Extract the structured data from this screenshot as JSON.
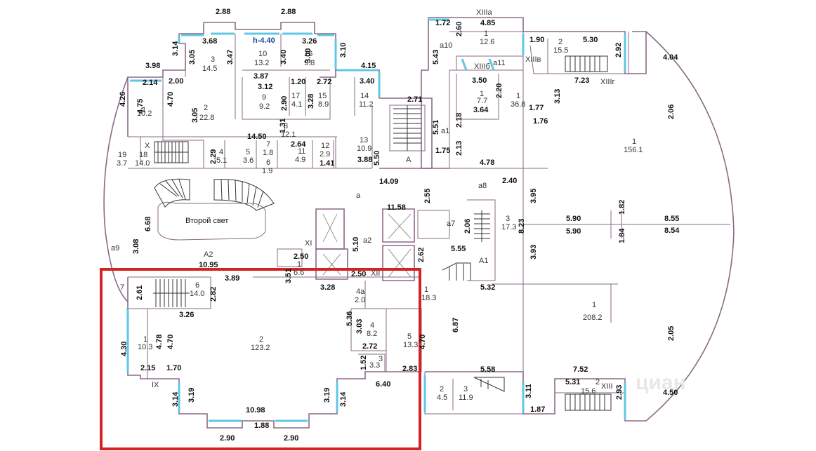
{
  "floor_plan": {
    "height_label": "h-4.40",
    "light_well_label": "Второй свет",
    "highlight_color": "#d42323",
    "wall_color": "#8a6a86",
    "window_color": "#5fc7e8",
    "watermark": "циан",
    "sections": [
      "XIIIa",
      "XIIIб",
      "XIIIв",
      "XIIIг",
      "X",
      "XI",
      "XII",
      "XIII",
      "IX",
      "A",
      "A1",
      "A2"
    ],
    "rooms": [
      {
        "n": "3",
        "area": "14.5"
      },
      {
        "n": "10",
        "area": "13.2"
      },
      {
        "n": "16",
        "area": "9.8"
      },
      {
        "n": "1",
        "area": "10.2"
      },
      {
        "n": "2",
        "area": "22.8"
      },
      {
        "n": "9",
        "area": "9.2"
      },
      {
        "n": "17",
        "area": "4.1"
      },
      {
        "n": "15",
        "area": "8.9"
      },
      {
        "n": "14",
        "area": "11.2"
      },
      {
        "n": "8",
        "area": "12.1"
      },
      {
        "n": "13",
        "area": "10.9"
      },
      {
        "n": "19",
        "area": "3.7"
      },
      {
        "n": "18",
        "area": "14.0"
      },
      {
        "n": "4",
        "area": "5.1"
      },
      {
        "n": "5",
        "area": "3.6"
      },
      {
        "n": "7",
        "area": "1.8"
      },
      {
        "n": "6",
        "area": "1.9"
      },
      {
        "n": "11",
        "area": "4.9"
      },
      {
        "n": "12",
        "area": "2.9"
      },
      {
        "n": "1",
        "area": "12.6"
      },
      {
        "n": "2",
        "area": "15.5"
      },
      {
        "n": "1",
        "area": "7.7"
      },
      {
        "n": "1",
        "area": "36.8"
      },
      {
        "n": "1",
        "area": "156.1"
      },
      {
        "n": "3",
        "area": "17.3"
      },
      {
        "n": "1",
        "area": "6.6"
      },
      {
        "n": "6",
        "area": "14.0"
      },
      {
        "n": "1",
        "area": "18.3"
      },
      {
        "n": "4a",
        "area": "2.0"
      },
      {
        "n": "4",
        "area": "8.2"
      },
      {
        "n": "5",
        "area": "13.3"
      },
      {
        "n": "3",
        "area": "3.3"
      },
      {
        "n": "1",
        "area": "10.3"
      },
      {
        "n": "2",
        "area": "123.2"
      },
      {
        "n": "1",
        "area": "208.2"
      },
      {
        "n": "2",
        "area": "4.5"
      },
      {
        "n": "3",
        "area": "11.9"
      },
      {
        "n": "2",
        "area": "15.6"
      }
    ],
    "labels": [
      "a",
      "a1",
      "a2",
      "a7",
      "a8",
      "a9",
      "a10",
      "a11",
      "7"
    ],
    "dimensions": [
      "2.88",
      "2.88",
      "3.68",
      "3.26",
      "3.14",
      "3.05",
      "3.47",
      "3.40",
      "3.00",
      "3.10",
      "3.98",
      "4.15",
      "2.14",
      "2.00",
      "3.87",
      "1.20",
      "2.72",
      "3.40",
      "4.26",
      "4.75",
      "4.70",
      "3.12",
      "2.90",
      "3.28",
      "3.05",
      "1.31",
      "14.50",
      "2.64",
      "1.41",
      "3.88",
      "5.50",
      "1.75",
      "2.29",
      "14.09",
      "2.55",
      "11.58",
      "6.68",
      "3.08",
      "10.95",
      "2.50",
      "5.10",
      "3.51",
      "3.28",
      "2.50",
      "2.62",
      "5.55",
      "2.06",
      "3.89",
      "2.61",
      "2.82",
      "3.26",
      "5.36",
      "3.03",
      "2.72",
      "4.30",
      "4.78",
      "4.70",
      "2.15",
      "1.70",
      "1.52",
      "2.83",
      "6.40",
      "3.14",
      "3.19",
      "10.98",
      "3.19",
      "3.14",
      "2.90",
      "1.88",
      "2.90",
      "1.72",
      "4.85",
      "2.60",
      "5.43",
      "1.90",
      "5.30",
      "2.92",
      "4.04",
      "7.23",
      "3.50",
      "2.20",
      "3.64",
      "3.13",
      "1.77",
      "1.76",
      "5.51",
      "2.18",
      "2.13",
      "4.78",
      "2.71",
      "2.40",
      "3.95",
      "5.90",
      "1.82",
      "8.55",
      "5.90",
      "8.54",
      "1.84",
      "8.23",
      "3.93",
      "5.32",
      "6.87",
      "5.58",
      "7.52",
      "5.31",
      "2.93",
      "3.11",
      "1.87",
      "4.50",
      "2.05",
      "2.06",
      "4.70"
    ]
  }
}
